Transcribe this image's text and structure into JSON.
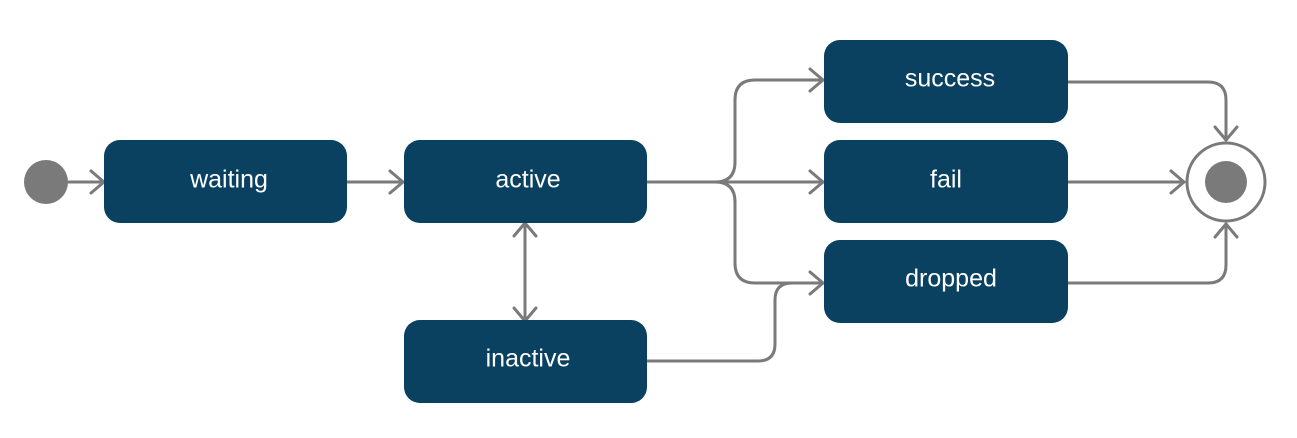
{
  "diagram": {
    "colors": {
      "state_fill": "#0a4060",
      "state_text": "#ffffff",
      "edge": "#7a7a7a",
      "initial_fill": "#7a7a7a",
      "final_ring": "#7a7a7a",
      "final_fill": "#7a7a7a"
    },
    "states": [
      {
        "id": "waiting",
        "label": "waiting"
      },
      {
        "id": "active",
        "label": "active"
      },
      {
        "id": "inactive",
        "label": "inactive"
      },
      {
        "id": "success",
        "label": "success"
      },
      {
        "id": "fail",
        "label": "fail"
      },
      {
        "id": "dropped",
        "label": "dropped"
      }
    ],
    "transitions": [
      {
        "from": "initial",
        "to": "waiting"
      },
      {
        "from": "waiting",
        "to": "active"
      },
      {
        "from": "active",
        "to": "inactive",
        "bidirectional": true
      },
      {
        "from": "active",
        "to": "success"
      },
      {
        "from": "active",
        "to": "fail"
      },
      {
        "from": "active",
        "to": "dropped"
      },
      {
        "from": "inactive",
        "to": "dropped"
      },
      {
        "from": "success",
        "to": "final"
      },
      {
        "from": "fail",
        "to": "final"
      },
      {
        "from": "dropped",
        "to": "final"
      }
    ]
  }
}
